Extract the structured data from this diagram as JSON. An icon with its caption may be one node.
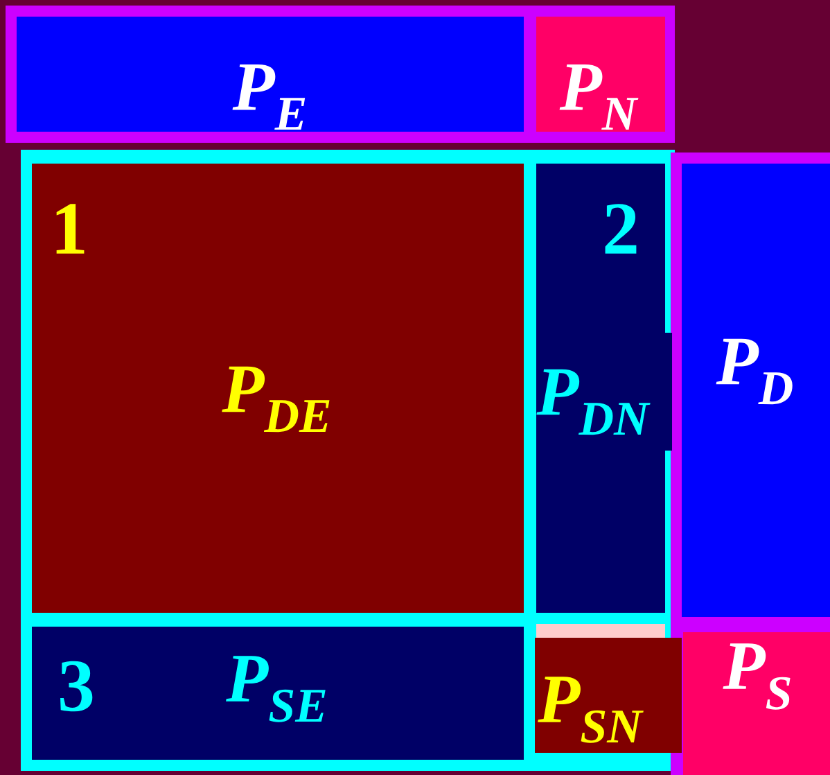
{
  "diagram": {
    "nodes": [
      {
        "text": [
          "P$_{E}$"
        ]
      },
      {
        "text": [
          "P$_{N}$"
        ]
      },
      {
        "text": [
          "1",
          "P$_{DE}$"
        ]
      },
      {
        "text": [
          "2",
          "P$_{DN}$"
        ]
      },
      {
        "text": [
          "P$_{D}$"
        ]
      },
      {
        "text": [
          "3",
          "P$_{SE}$"
        ]
      },
      {
        "text": [
          "P$_{SN}$"
        ]
      },
      {
        "text": [
          "P$_{S}$"
        ]
      }
    ]
  }
}
